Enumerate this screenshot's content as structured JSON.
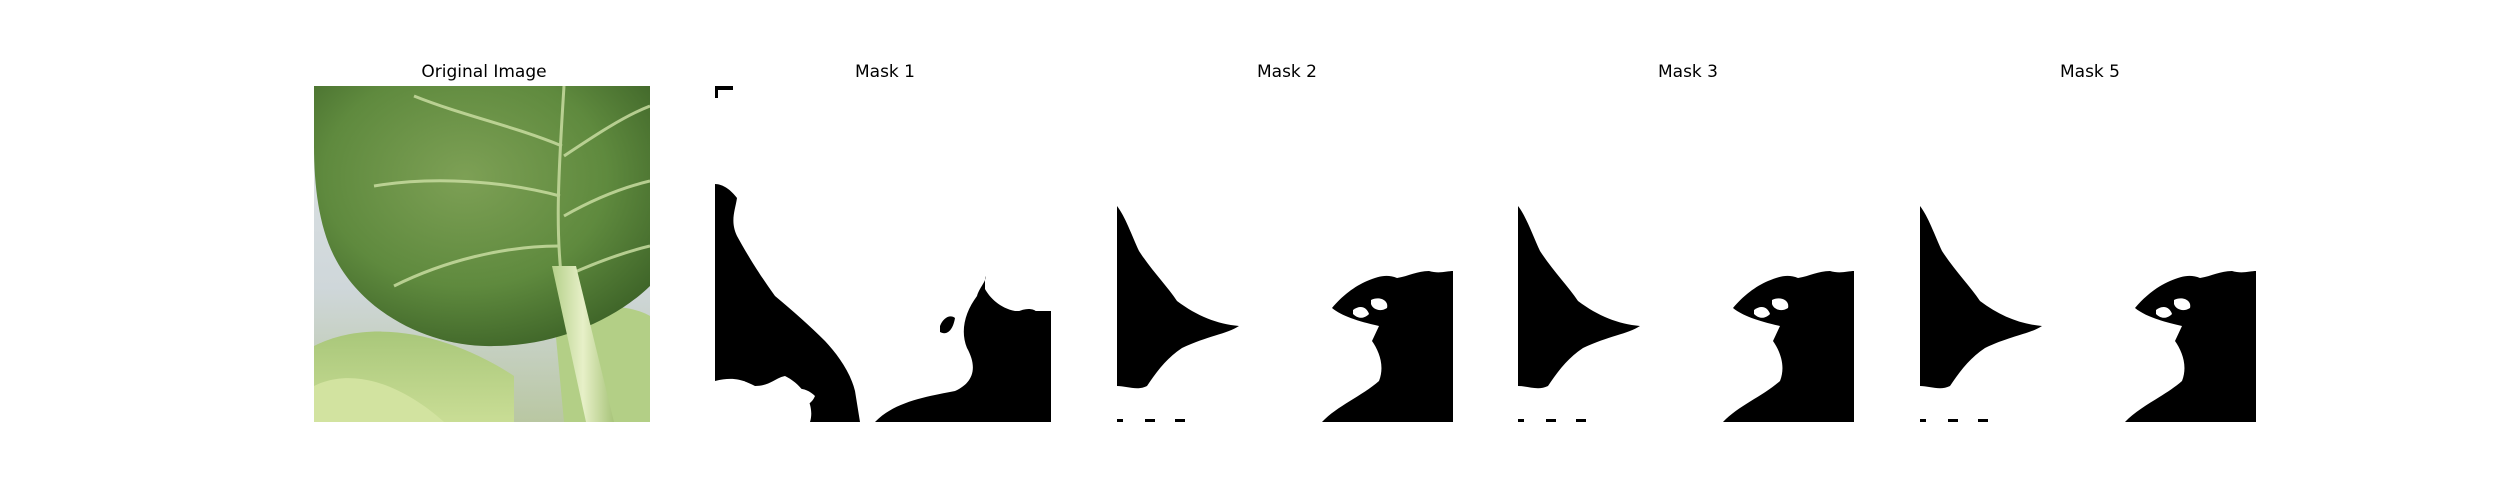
{
  "figure": {
    "panels": [
      {
        "title": "Original Image",
        "content": "leaf-photo"
      },
      {
        "title": "Mask 1",
        "content": "binary-mask"
      },
      {
        "title": "Mask 2",
        "content": "binary-mask"
      },
      {
        "title": "Mask 3",
        "content": "binary-mask"
      },
      {
        "title": "Mask 5",
        "content": "binary-mask"
      }
    ],
    "colors": {
      "mask_foreground": "#ffffff",
      "mask_background": "#000000"
    }
  }
}
